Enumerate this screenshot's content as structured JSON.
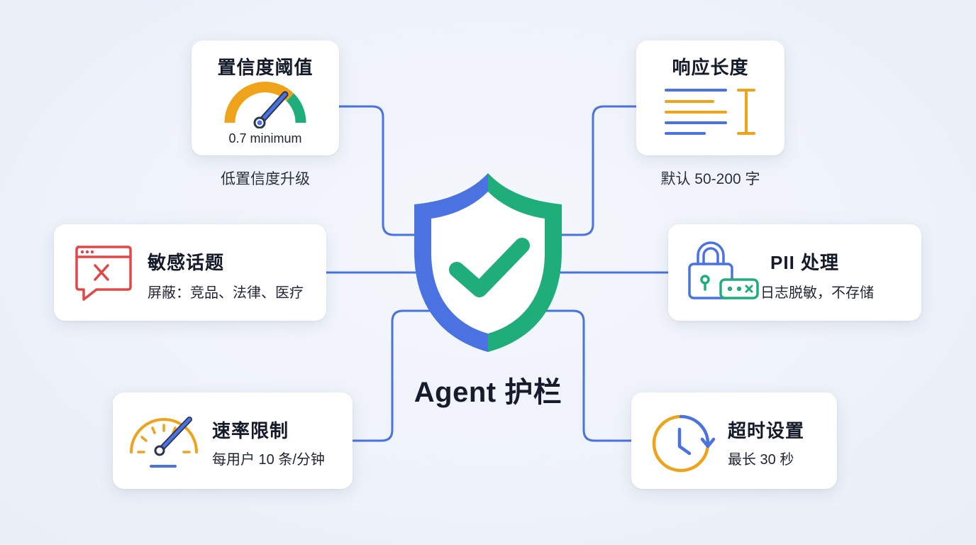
{
  "center": {
    "title": "Agent 护栏"
  },
  "confidence": {
    "title": "置信度阈值",
    "value": "0.7 minimum",
    "caption": "低置信度升级"
  },
  "length": {
    "title": "响应长度",
    "caption": "默认 50-200 字"
  },
  "sensitive": {
    "title": "敏感话题",
    "desc": "屏蔽：竞品、法律、医疗"
  },
  "pii": {
    "title": "PII 处理",
    "desc": "日志脱敏，不存储"
  },
  "rate": {
    "title": "速率限制",
    "desc": "每用户 10 条/分钟"
  },
  "timeout": {
    "title": "超时设置",
    "desc": "最长 30 秒"
  },
  "colors": {
    "connector": "#4a72e0",
    "shield_left": "#4a72e0",
    "shield_right": "#1fae7a",
    "check": "#1fae7a",
    "gauge_orange": "#eea31a",
    "gauge_green": "#1fae7a",
    "alert_red": "#e04848",
    "icon_blue": "#4a72e0",
    "icon_green": "#1fae7a"
  },
  "icons": {
    "confidence": "gauge-icon",
    "length": "text-lines-icon",
    "sensitive": "blocked-window-icon",
    "pii": "padlock-icon",
    "rate": "speedometer-icon",
    "timeout": "clock-icon",
    "center": "shield-check-icon"
  }
}
